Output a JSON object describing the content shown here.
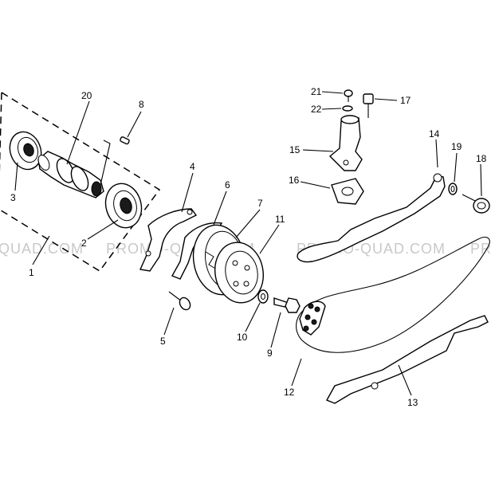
{
  "watermark": {
    "left": "QUAD.COM",
    "center1": "PROMO-QUAD.COM",
    "center2": "PROMO-QUAD.COM",
    "right": "PR"
  },
  "callouts": {
    "p1": "1",
    "p2": "2",
    "p3": "3",
    "p4": "4",
    "p5": "5",
    "p6": "6",
    "p7": "7",
    "p8": "8",
    "p9": "9",
    "p10": "10",
    "p11": "11",
    "p12": "12",
    "p13": "13",
    "p14": "14",
    "p15": "15",
    "p16": "16",
    "p17": "17",
    "p18": "18",
    "p19": "19",
    "p20": "20",
    "p21": "21",
    "p22": "22"
  },
  "colors": {
    "ink": "#000000",
    "watermark": "#c8c8c8",
    "background": "#ffffff"
  }
}
